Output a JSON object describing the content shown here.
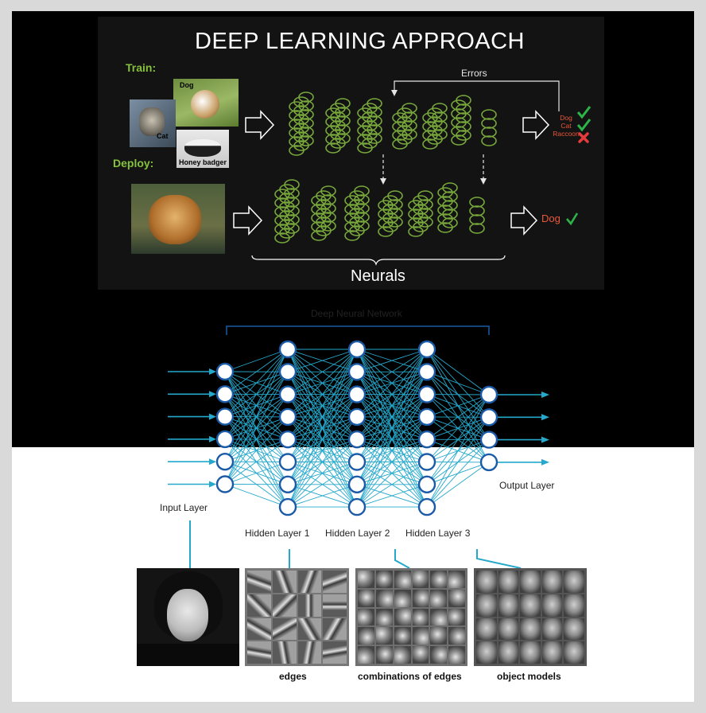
{
  "top": {
    "title": "DEEP LEARNING APPROACH",
    "train_label": "Train:",
    "deploy_label": "Deploy:",
    "errors_label": "Errors",
    "neurals_label": "Neurals",
    "train_images": [
      {
        "label": "Dog"
      },
      {
        "label": "Cat"
      },
      {
        "label": "Honey badger"
      }
    ],
    "train_outputs": [
      "Dog",
      "Cat",
      "Raccoon"
    ],
    "train_results": [
      "check",
      "check",
      "cross"
    ],
    "deploy_output": "Dog",
    "colors": {
      "green": "#86c13c",
      "orange": "#e9583b",
      "check": "#2db34a",
      "cross": "#e53b3b",
      "neuron": "#78a83c"
    }
  },
  "dnn": {
    "title": "Deep Neural Network",
    "layers": [
      {
        "name": "Input Layer",
        "nodes": 6
      },
      {
        "name": "Hidden Layer 1",
        "nodes": 8
      },
      {
        "name": "Hidden Layer 2",
        "nodes": 8
      },
      {
        "name": "Hidden Layer 3",
        "nodes": 8
      },
      {
        "name": "Output Layer",
        "nodes": 4
      }
    ],
    "colors": {
      "node": "#1a5aa6",
      "edge": "#24a8cc"
    }
  },
  "features": [
    {
      "caption": ""
    },
    {
      "caption": "edges"
    },
    {
      "caption": "combinations of edges"
    },
    {
      "caption": "object models"
    }
  ]
}
